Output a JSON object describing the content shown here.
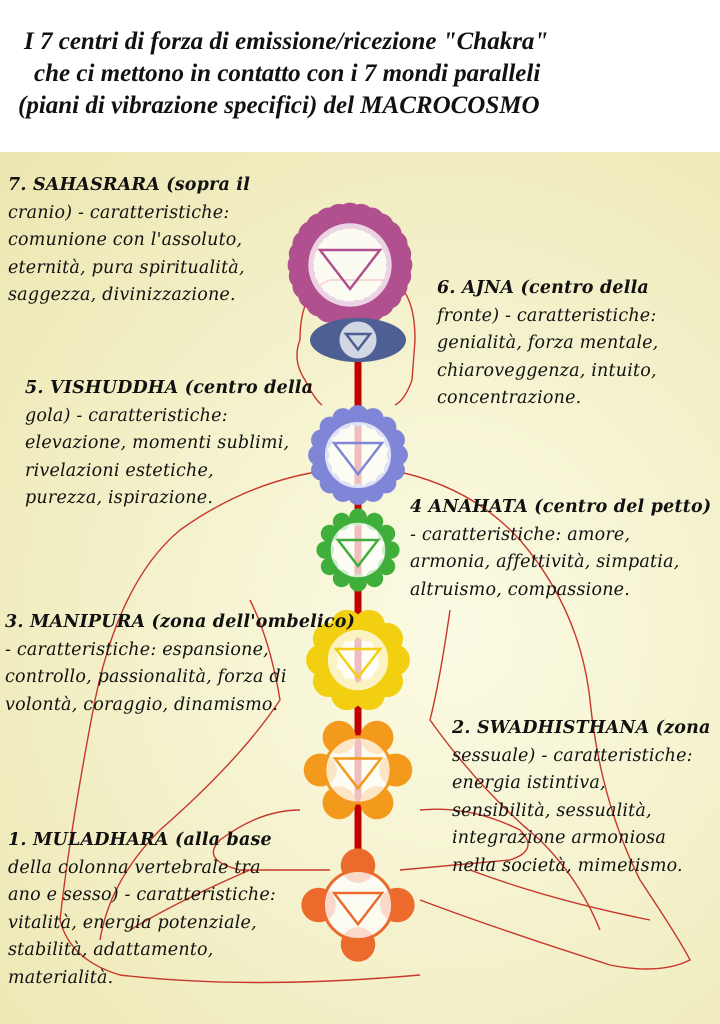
{
  "title": {
    "lines": [
      "I 7 centri di forza di emissione/ricezione \"Chakra\"",
      "che ci mettono in contatto con i 7 mondi paralleli",
      "(piani di vibrazione specifici) del MACROCOSMO"
    ]
  },
  "chakras": [
    {
      "id": "sahasrara",
      "color": "#b0508f",
      "lines": [
        "7. SAHASRARA (sopra il",
        "cranio) - caratteristiche:",
        "comunione con l'assoluto,",
        "eternità, pura spiritualità,",
        "saggezza, divinizzazione."
      ]
    },
    {
      "id": "ajna",
      "color": "#4d5f93",
      "lines": [
        "6. AJNA   (centro della",
        "fronte) - caratteristiche:",
        "genialità, forza mentale,",
        "chiaroveggenza, intuito,",
        "concentrazione."
      ]
    },
    {
      "id": "vishuddha",
      "color": "#7f86d8",
      "lines": [
        "5. VISHUDDHA (centro della",
        "gola) - caratteristiche:",
        "elevazione, momenti sublimi,",
        "rivelazioni estetiche,",
        "purezza, ispirazione."
      ]
    },
    {
      "id": "anahata",
      "color": "#3fae3a",
      "lines": [
        "4 ANAHATA (centro del petto)",
        "- caratteristiche: amore,",
        "armonia, affettività, simpatia,",
        "altruismo, compassione."
      ]
    },
    {
      "id": "manipura",
      "color": "#f2cf10",
      "lines": [
        "3. MANIPURA (zona dell'ombelico)",
        "- caratteristiche: espansione,",
        "controllo, passionalità, forza di",
        "volontà, coraggio, dinamismo."
      ]
    },
    {
      "id": "swadhisthana",
      "color": "#f39a1c",
      "lines": [
        "2. SWADHISTHANA (zona",
        "sessuale) - caratteristiche:",
        "energia istintiva,",
        "sensibilità, sessualità,",
        "integrazione armoniosa",
        "nella società, mimetismo."
      ]
    },
    {
      "id": "muladhara",
      "color": "#ec6a2c",
      "lines": [
        "1. MULADHARA (alla base",
        "della colonna vertebrale tra",
        "ano e sesso) - caratteristiche:",
        "vitalità, energia potenziale,",
        "stabilità, adattamento,",
        "materialità."
      ]
    }
  ],
  "colors": {
    "spine": "#c00000",
    "outline": "#c8372b",
    "background": "#f3f0c8"
  }
}
